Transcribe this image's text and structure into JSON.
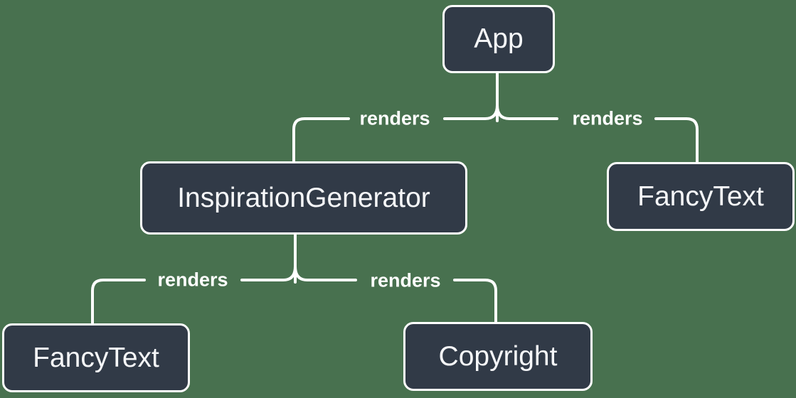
{
  "colors": {
    "background": "#48714F",
    "node_fill": "#313A47",
    "node_border": "#FFFFFF",
    "node_text": "#F6F7F9",
    "edge_line": "#FFFFFF",
    "edge_label_text": "#FFFFFF"
  },
  "diagram": {
    "type": "component-render-tree",
    "root": "App",
    "nodes": [
      {
        "id": "app",
        "label": "App"
      },
      {
        "id": "inspiration-generator",
        "label": "InspirationGenerator"
      },
      {
        "id": "fancy-text-right",
        "label": "FancyText"
      },
      {
        "id": "fancy-text-left",
        "label": "FancyText"
      },
      {
        "id": "copyright",
        "label": "Copyright"
      }
    ],
    "edges": [
      {
        "from": "App",
        "to": "InspirationGenerator",
        "label": "renders"
      },
      {
        "from": "App",
        "to": "FancyText",
        "label": "renders"
      },
      {
        "from": "InspirationGenerator",
        "to": "FancyText",
        "label": "renders"
      },
      {
        "from": "InspirationGenerator",
        "to": "Copyright",
        "label": "renders"
      }
    ]
  }
}
